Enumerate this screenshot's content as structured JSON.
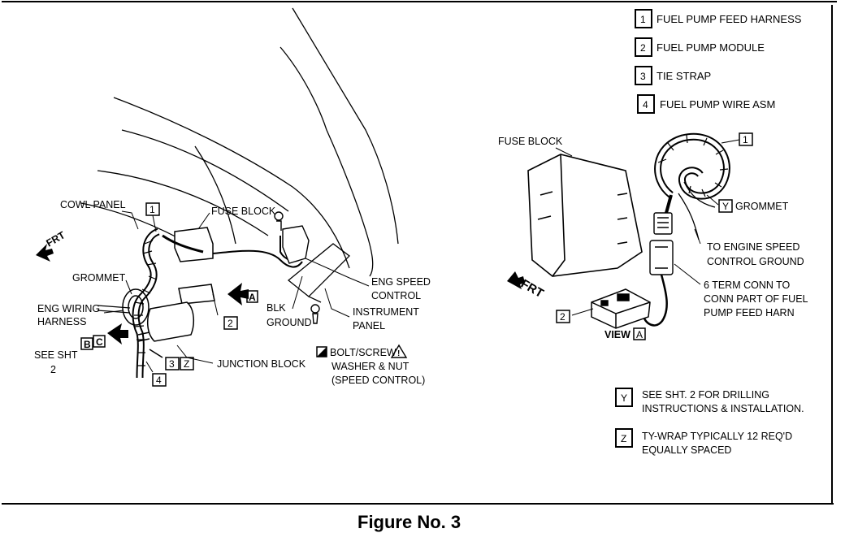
{
  "legend": [
    {
      "num": "1",
      "text": "FUEL PUMP FEED HARNESS"
    },
    {
      "num": "2",
      "text": "FUEL PUMP MODULE"
    },
    {
      "num": "3",
      "text": "TIE STRAP"
    },
    {
      "num": "4",
      "text": "FUEL PUMP WIRE ASM"
    }
  ],
  "left_view": {
    "frt": "FRT",
    "cowl_panel": "COWL PANEL",
    "fuse_block": "FUSE BLOCK",
    "grommet": "GROMMET",
    "eng_wiring_1": "ENG WIRING",
    "eng_wiring_2": "HARNESS",
    "see_sht_1": "SEE SHT",
    "see_sht_2": "2",
    "letter_b": "B",
    "letter_c": "C",
    "letter_a": "A",
    "callout_1": "1",
    "callout_2": "2",
    "callout_3": "3",
    "callout_4": "4",
    "callout_z": "Z",
    "junction_block": "JUNCTION BLOCK",
    "blk_ground_1": "BLK",
    "blk_ground_2": "GROUND",
    "eng_speed_1": "ENG SPEED",
    "eng_speed_2": "CONTROL",
    "instrument_1": "INSTRUMENT",
    "instrument_2": "PANEL",
    "bolt_1": "BOLT/SCREW",
    "bolt_2": "WASHER & NUT",
    "bolt_3": "(SPEED CONTROL)"
  },
  "right_view": {
    "fuse_block": "FUSE BLOCK",
    "frt": "FRT",
    "callout_1": "1",
    "callout_2": "2",
    "callout_y": "Y",
    "grommet": "GROMMET",
    "to_eng_1": "TO ENGINE SPEED",
    "to_eng_2": "CONTROL  GROUND",
    "conn_1": "6 TERM CONN TO",
    "conn_2": "CONN PART OF FUEL",
    "conn_3": "PUMP FEED HARN",
    "view_label": "VIEW",
    "view_letter": "A"
  },
  "notes": [
    {
      "key": "Y",
      "line1": "SEE SHT. 2 FOR DRILLING",
      "line2": "INSTRUCTIONS & INSTALLATION."
    },
    {
      "key": "Z",
      "line1": "TY-WRAP TYPICALLY 12 REQ'D",
      "line2": "EQUALLY SPACED"
    }
  ],
  "caption": "Figure No. 3"
}
